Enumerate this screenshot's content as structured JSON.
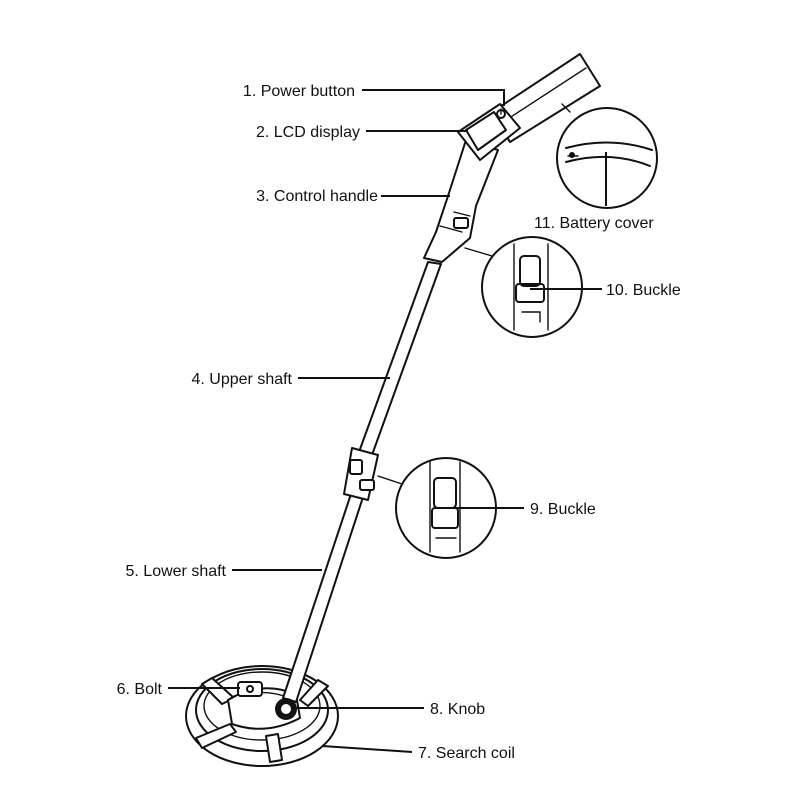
{
  "labels": {
    "power_button": "1. Power button",
    "lcd_display": "2. LCD display",
    "control_handle": "3. Control handle",
    "upper_shaft": "4. Upper shaft",
    "lower_shaft": "5. Lower shaft",
    "bolt": "6. Bolt",
    "search_coil": "7. Search coil",
    "knob": "8. Knob",
    "buckle_lower": "9. Buckle",
    "buckle_upper": "10. Buckle",
    "battery_cover": "11. Battery cover"
  }
}
